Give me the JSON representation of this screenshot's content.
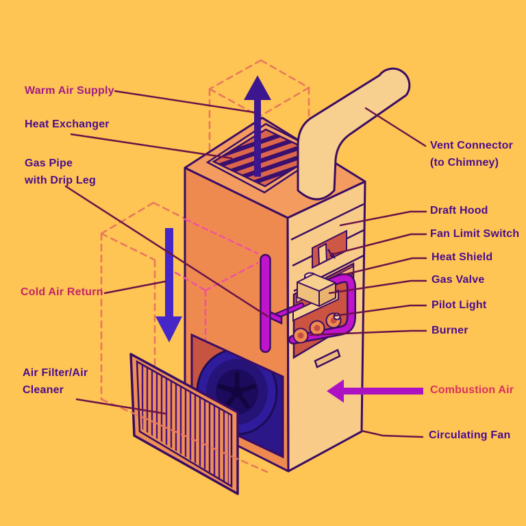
{
  "diagram_subject": "Gas furnace cutaway diagram",
  "labels": [
    {
      "id": "warm-air-supply",
      "text": "Warm Air Supply",
      "color": "#A01C86"
    },
    {
      "id": "heat-exchanger",
      "text": "Heat Exchanger",
      "color": "#4B0C8C"
    },
    {
      "id": "gas-pipe-with-drip-leg",
      "text": "Gas Pipe\nwith Drip Leg",
      "color": "#4B0C8C"
    },
    {
      "id": "cold-air-return",
      "text": "Cold Air Return",
      "color": "#C32566"
    },
    {
      "id": "air-filter-air-cleaner",
      "text": "Air Filter/Air\nCleaner",
      "color": "#4B0C8C"
    },
    {
      "id": "vent-connector",
      "text": "Vent Connector\n(to Chimney)",
      "color": "#4B0C8C"
    },
    {
      "id": "draft-hood",
      "text": "Draft Hood",
      "color": "#4B0C8C"
    },
    {
      "id": "fan-limit-switch",
      "text": "Fan Limit Switch",
      "color": "#4B0C8C"
    },
    {
      "id": "heat-shield",
      "text": "Heat Shield",
      "color": "#4B0C8C"
    },
    {
      "id": "gas-valve",
      "text": "Gas Valve",
      "color": "#4B0C8C"
    },
    {
      "id": "pilot-light",
      "text": "Pilot Light",
      "color": "#4B0C8C"
    },
    {
      "id": "burner",
      "text": "Burner",
      "color": "#4B0C8C"
    },
    {
      "id": "combustion-air",
      "text": "Combustion Air",
      "color": "#D9305F"
    },
    {
      "id": "circulating-fan",
      "text": "Circulating Fan",
      "color": "#4B0C8C"
    }
  ],
  "colors": {
    "background": "#FEC454",
    "outline": "#3A0C63",
    "furnace_orange": "#EE8A50",
    "furnace_top": "#F49C60",
    "furnace_cream": "#F8CC88",
    "interior_red": "#CB5341",
    "gas_pipe_magenta": "#BF13CC",
    "fan_indigo": "#2E1C9C",
    "flow_arrow_violet": "#4526C6",
    "combustion_arrow_magenta": "#AC12C4",
    "leader_line": "#6A1348",
    "dashed_duct_salmon": "#E8795B",
    "dashed_duct_pink": "#F0519E"
  }
}
